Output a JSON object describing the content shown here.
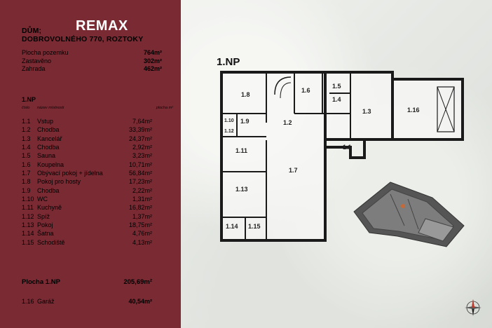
{
  "brand": {
    "name": "REMAX"
  },
  "property": {
    "title_line1": "DŮM;",
    "title_line2": "DOBROVOLNÉHO 770, ROZTOKY",
    "info": [
      {
        "label": "Plocha pozemku",
        "value": "764m²"
      },
      {
        "label": "Zastavěno",
        "value": "302m²"
      },
      {
        "label": "Zahrada",
        "value": "462m²"
      }
    ]
  },
  "floor": {
    "name": "1.NP",
    "headers": {
      "number": "číslo",
      "room": "název místnosti",
      "area": "plocha m²"
    },
    "rooms": [
      {
        "no": "1.1",
        "name": "Vstup",
        "area": "7,64m²"
      },
      {
        "no": "1.2",
        "name": "Chodba",
        "area": "33,39m²"
      },
      {
        "no": "1.3",
        "name": "Kancelář",
        "area": "24,37m²"
      },
      {
        "no": "1.4",
        "name": "Chodba",
        "area": "2,92m²"
      },
      {
        "no": "1.5",
        "name": "Sauna",
        "area": "3,23m²"
      },
      {
        "no": "1.6",
        "name": "Koupelna",
        "area": "10,71m²"
      },
      {
        "no": "1.7",
        "name": "Obývací pokoj + jídelna",
        "area": "56,84m²"
      },
      {
        "no": "1.8",
        "name": "Pokoj pro hosty",
        "area": "17,23m²"
      },
      {
        "no": "1.9",
        "name": "Chodba",
        "area": "2,22m²"
      },
      {
        "no": "1.10",
        "name": "WC",
        "area": "1,31m²"
      },
      {
        "no": "1.11",
        "name": "Kuchyně",
        "area": "16,82m²"
      },
      {
        "no": "1.12",
        "name": "Spíž",
        "area": "1,37m²"
      },
      {
        "no": "1.13",
        "name": "Pokoj",
        "area": "18,75m²"
      },
      {
        "no": "1.14",
        "name": "Šatna",
        "area": "4,76m²"
      },
      {
        "no": "1.15",
        "name": "Schodiště",
        "area": "4,13m²"
      }
    ],
    "total_label": "Plocha 1.NP",
    "total_value": "205,69m²",
    "garage": {
      "no": "1.16",
      "name": "Garáž",
      "area": "40,54m²"
    }
  },
  "plan_labels": {
    "r11": "1.1",
    "r12": "1.2",
    "r13": "1.3",
    "r14": "1.4",
    "r15": "1.5",
    "r16": "1.6",
    "r17": "1.7",
    "r18": "1.8",
    "r19": "1.9",
    "r110": "1.10",
    "r111": "1.11",
    "r112": "1.12",
    "r113": "1.13",
    "r114": "1.14",
    "r115": "1.15",
    "r116": "1.16"
  },
  "colors": {
    "panel": "#7a2a33",
    "wall": "#1a1a1a"
  }
}
